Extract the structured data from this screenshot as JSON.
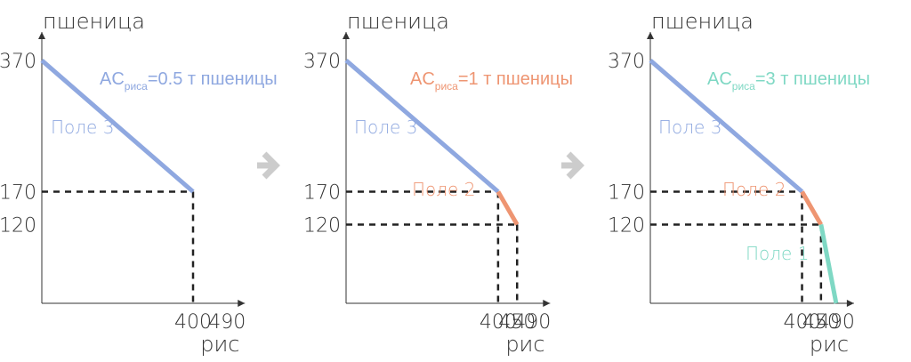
{
  "colors": {
    "axis": "#333333",
    "text": "#333333",
    "guide": "#222222",
    "arrow": "#cccccc",
    "field3": "#8fa8e0",
    "field2": "#ee9572",
    "field1": "#7fd8c4"
  },
  "chart_data": [
    {
      "type": "line",
      "ylabel": "пшеница",
      "xlabel": "рис",
      "xlim": [
        0,
        490
      ],
      "ylim": [
        0,
        370
      ],
      "y_ticks": [
        "370",
        "170",
        "120"
      ],
      "x_ticks": [
        "400",
        "490"
      ],
      "y_tick_values": [
        370,
        170,
        120
      ],
      "x_tick_values": [
        400,
        490
      ],
      "guides": [
        {
          "x": 400,
          "y": 170
        }
      ],
      "annotation": {
        "main": "AC",
        "sub": "риса",
        "rest": "=0.5 т пшеницы",
        "color_key": "field3"
      },
      "series": [
        {
          "name": "Поле 3",
          "color_key": "field3",
          "points": [
            [
              0,
              370
            ],
            [
              400,
              170
            ]
          ]
        }
      ]
    },
    {
      "type": "line",
      "ylabel": "пшеница",
      "xlabel": "рис",
      "xlim": [
        0,
        490
      ],
      "ylim": [
        0,
        370
      ],
      "y_ticks": [
        "370",
        "170",
        "120"
      ],
      "x_ticks": [
        "400",
        "450",
        "490"
      ],
      "y_tick_values": [
        370,
        170,
        120
      ],
      "x_tick_values": [
        400,
        450,
        490
      ],
      "guides": [
        {
          "x": 400,
          "y": 170
        },
        {
          "x": 450,
          "y": 120
        }
      ],
      "annotation": {
        "main": "AC",
        "sub": "риса",
        "rest": "=1 т пшеницы",
        "color_key": "field2"
      },
      "series": [
        {
          "name": "Поле 3",
          "color_key": "field3",
          "points": [
            [
              0,
              370
            ],
            [
              400,
              170
            ]
          ]
        },
        {
          "name": "Поле 2",
          "color_key": "field2",
          "points": [
            [
              400,
              170
            ],
            [
              450,
              120
            ]
          ]
        }
      ]
    },
    {
      "type": "line",
      "ylabel": "пшеница",
      "xlabel": "рис",
      "xlim": [
        0,
        490
      ],
      "ylim": [
        0,
        370
      ],
      "y_ticks": [
        "370",
        "170",
        "120"
      ],
      "x_ticks": [
        "400",
        "450",
        "490"
      ],
      "y_tick_values": [
        370,
        170,
        120
      ],
      "x_tick_values": [
        400,
        450,
        490
      ],
      "guides": [
        {
          "x": 400,
          "y": 170
        },
        {
          "x": 450,
          "y": 120
        }
      ],
      "annotation": {
        "main": "AC",
        "sub": "риса",
        "rest": "=3 т пшеницы",
        "color_key": "field1"
      },
      "series": [
        {
          "name": "Поле 3",
          "color_key": "field3",
          "points": [
            [
              0,
              370
            ],
            [
              400,
              170
            ]
          ]
        },
        {
          "name": "Поле 2",
          "color_key": "field2",
          "points": [
            [
              400,
              170
            ],
            [
              450,
              120
            ]
          ]
        },
        {
          "name": "Поле 1",
          "color_key": "field1",
          "points": [
            [
              450,
              120
            ],
            [
              490,
              0
            ]
          ]
        }
      ]
    }
  ]
}
